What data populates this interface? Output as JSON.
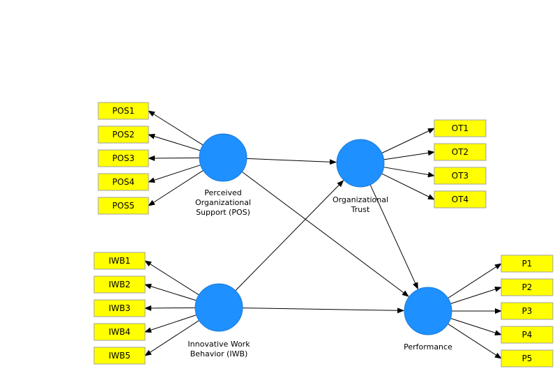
{
  "colors": {
    "indicator_fill": "#ffff00",
    "construct_fill": "#1e90ff",
    "edge": "#000000"
  },
  "constructs": [
    {
      "id": "POS",
      "label_lines": [
        "Perceived",
        "Organizational",
        "Support (POS)"
      ]
    },
    {
      "id": "OT",
      "label_lines": [
        "Organizational",
        "Trust"
      ]
    },
    {
      "id": "IWB",
      "label_lines": [
        "Innovative Work",
        "Behavior (IWB)"
      ]
    },
    {
      "id": "P",
      "label_lines": [
        "Performance"
      ]
    }
  ],
  "indicators": {
    "POS": [
      "POS1",
      "POS2",
      "POS3",
      "POS4",
      "POS5"
    ],
    "OT": [
      "OT1",
      "OT2",
      "OT3",
      "OT4"
    ],
    "IWB": [
      "IWB1",
      "IWB2",
      "IWB3",
      "IWB4",
      "IWB5"
    ],
    "P": [
      "P1",
      "P2",
      "P3",
      "P4",
      "P5"
    ]
  },
  "paths": [
    {
      "from": "POS",
      "to": "OT"
    },
    {
      "from": "POS",
      "to": "P"
    },
    {
      "from": "IWB",
      "to": "OT"
    },
    {
      "from": "IWB",
      "to": "P"
    },
    {
      "from": "OT",
      "to": "P"
    }
  ]
}
